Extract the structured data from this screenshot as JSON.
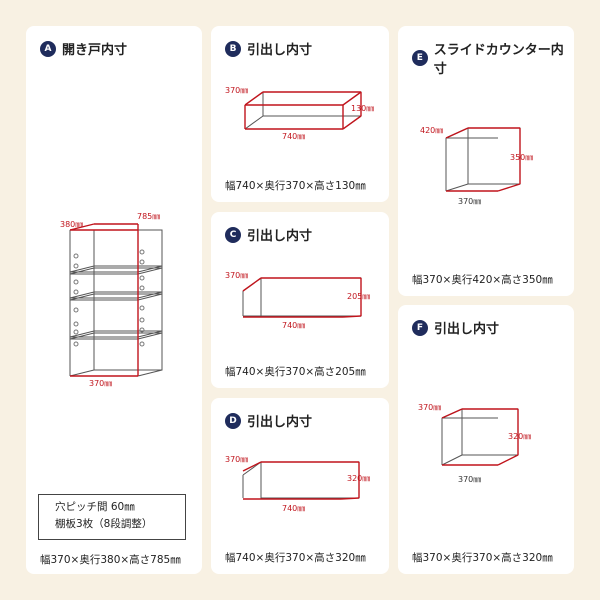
{
  "cards": {
    "a": {
      "letter": "A",
      "title": "開き戸内寸",
      "caption": "幅370×奥行380×高さ785㎜",
      "labels": {
        "depth": "380㎜",
        "height": "785㎜",
        "width": "370㎜"
      },
      "note": {
        "line1": "穴ピッチ間 60㎜",
        "line2": "棚板3枚（8段調整）"
      }
    },
    "b": {
      "letter": "B",
      "title": "引出し内寸",
      "caption": "幅740×奥行370×高さ130㎜",
      "labels": {
        "depth": "370㎜",
        "height": "130㎜",
        "width": "740㎜"
      }
    },
    "c": {
      "letter": "C",
      "title": "引出し内寸",
      "caption": "幅740×奥行370×高さ205㎜",
      "labels": {
        "depth": "370㎜",
        "height": "205㎜",
        "width": "740㎜"
      }
    },
    "d": {
      "letter": "D",
      "title": "引出し内寸",
      "caption": "幅740×奥行370×高さ320㎜",
      "labels": {
        "depth": "370㎜",
        "height": "320㎜",
        "width": "740㎜"
      }
    },
    "e": {
      "letter": "E",
      "title": "スライドカウンター内寸",
      "caption": "幅370×奥行420×高さ350㎜",
      "labels": {
        "depth": "420㎜",
        "height": "350㎜",
        "width": "370㎜"
      }
    },
    "f": {
      "letter": "F",
      "title": "引出し内寸",
      "caption": "幅370×奥行370×高さ320㎜",
      "labels": {
        "depth": "370㎜",
        "height": "320㎜",
        "width": "370㎜"
      }
    }
  },
  "colors": {
    "accent": "#c0141c",
    "badge": "#1f2c5c",
    "background": "#f8f1e3"
  }
}
